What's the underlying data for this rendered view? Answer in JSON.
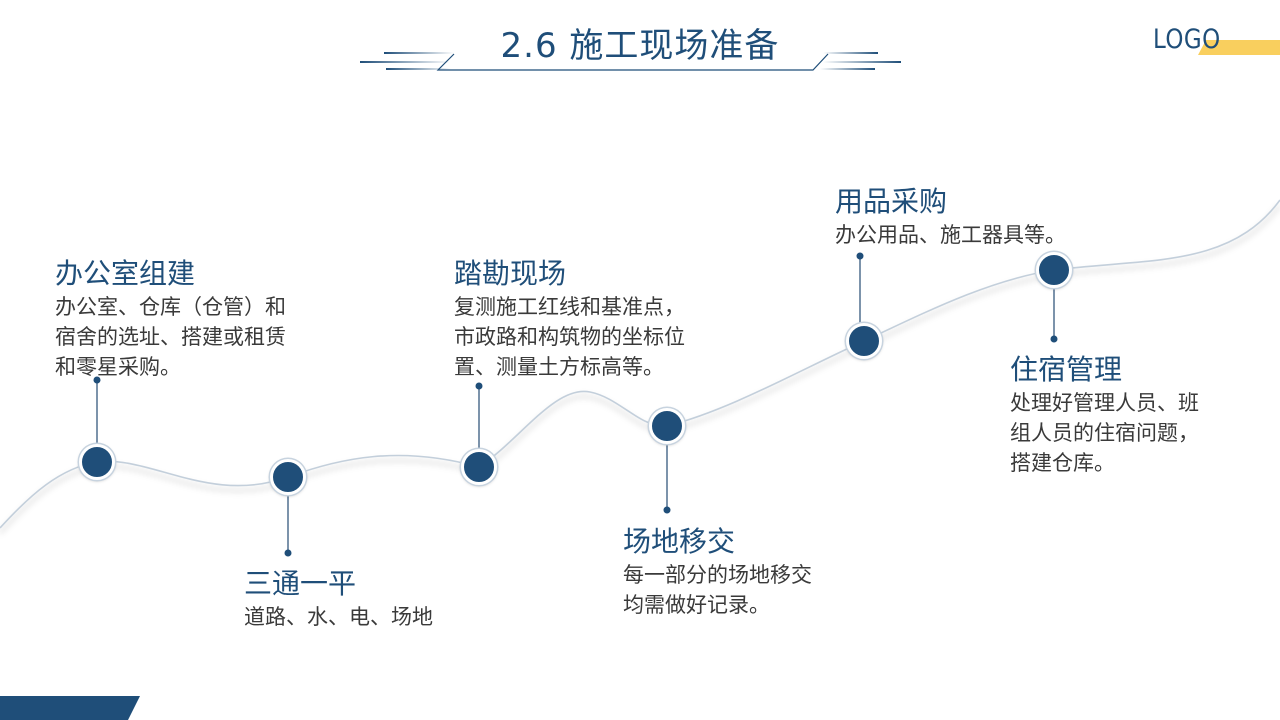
{
  "header": {
    "title": "2.6 施工现场准备",
    "logo": "LOGO"
  },
  "colors": {
    "primary": "#1f4e79",
    "accent": "#f9cf5e",
    "body_text": "#3a3a3a",
    "curve": "#c3cfdb"
  },
  "steps": [
    {
      "title": "办公室组建",
      "desc": "办公室、仓库（仓管）和\n宿舍的选址、搭建或租赁\n和零星采购。"
    },
    {
      "title": "三通一平",
      "desc": "道路、水、电、场地"
    },
    {
      "title": "踏勘现场",
      "desc": "复测施工红线和基准点，\n市政路和构筑物的坐标位\n置、测量土方标高等。"
    },
    {
      "title": "场地移交",
      "desc": "每一部分的场地移交\n均需做好记录。"
    },
    {
      "title": "用品采购",
      "desc": "办公用品、施工器具等。"
    },
    {
      "title": "住宿管理",
      "desc": "处理好管理人员、班\n组人员的住宿问题，\n搭建仓库。"
    }
  ]
}
